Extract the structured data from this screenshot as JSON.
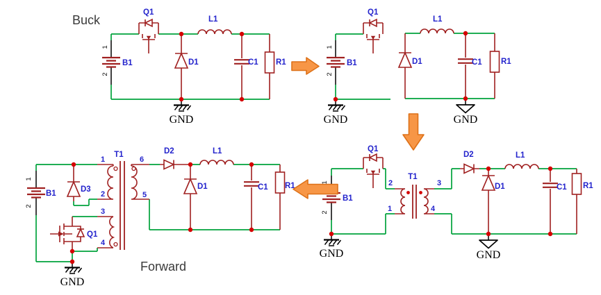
{
  "titles": {
    "buck": "Buck",
    "forward": "Forward"
  },
  "colors": {
    "wire_green": "#00A33C",
    "component_red": "#A02020",
    "junction_red": "#D40000",
    "label_blue": "#2323CC",
    "ground_black": "#000000",
    "title_gray": "#3a3a3a",
    "arrow_fill_orange": "#F79646",
    "arrow_stroke_orange": "#DD7118"
  },
  "icons": {
    "arrow_right": "right-arrow",
    "arrow_down": "down-arrow",
    "arrow_left": "left-arrow"
  },
  "circuits": {
    "buck": {
      "q1": "Q1",
      "l1": "L1",
      "b1": "B1",
      "d1": "D1",
      "c1": "C1",
      "r1": "R1",
      "gnd": "GND",
      "bat_pin_1": "1",
      "bat_pin_2": "2"
    },
    "buck_split": {
      "q1": "Q1",
      "l1": "L1",
      "b1": "B1",
      "d1": "D1",
      "c1": "C1",
      "r1": "R1",
      "gnd_left": "GND",
      "gnd_right": "GND",
      "bat_pin_1": "1",
      "bat_pin_2": "2"
    },
    "buck_isolated": {
      "q1": "Q1",
      "b1": "B1",
      "t1": "T1",
      "p1": "1",
      "p2": "2",
      "p3": "3",
      "p4": "4",
      "d2": "D2",
      "d1": "D1",
      "l1": "L1",
      "c1": "C1",
      "r1": "R1",
      "gnd_left": "GND",
      "gnd_right": "GND",
      "bat_pin_1": "1",
      "bat_pin_2": "2"
    },
    "forward": {
      "q1": "Q1",
      "b1": "B1",
      "d3": "D3",
      "t1": "T1",
      "p1": "1",
      "p2": "2",
      "p3": "3",
      "p4": "4",
      "p5": "5",
      "p6": "6",
      "d2": "D2",
      "d1": "D1",
      "l1": "L1",
      "c1": "C1",
      "r1": "R1",
      "gnd": "GND",
      "bat_pin_1": "1",
      "bat_pin_2": "2"
    }
  }
}
